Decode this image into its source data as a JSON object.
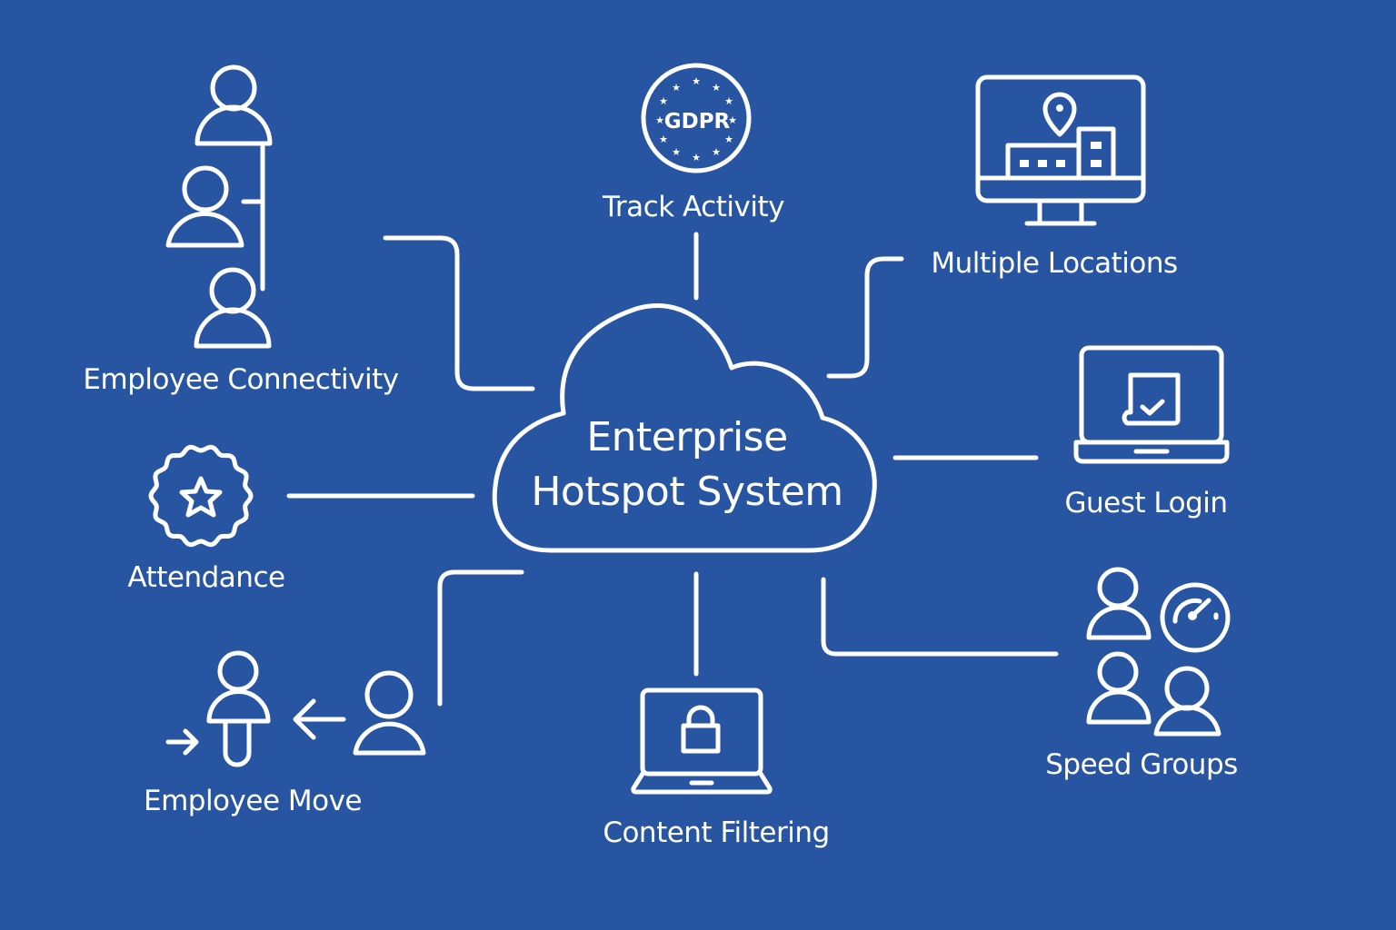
{
  "diagram": {
    "center": {
      "line1": "Enterprise",
      "line2": "Hotspot System",
      "icon": "cloud-icon"
    },
    "colors": {
      "background": "#2855a2",
      "foreground": "#ffffff"
    },
    "nodes": [
      {
        "id": "employee-connectivity",
        "label": "Employee Connectivity",
        "icon": "people-hierarchy-icon"
      },
      {
        "id": "track-activity",
        "label": "Track Activity",
        "icon": "gdpr-badge-icon",
        "badge_text": "GDPR"
      },
      {
        "id": "multiple-locations",
        "label": "Multiple Locations",
        "icon": "monitor-location-icon"
      },
      {
        "id": "guest-login",
        "label": "Guest Login",
        "icon": "laptop-check-icon"
      },
      {
        "id": "attendance",
        "label": "Attendance",
        "icon": "star-badge-icon"
      },
      {
        "id": "employee-move",
        "label": "Employee Move",
        "icon": "person-move-icon"
      },
      {
        "id": "content-filtering",
        "label": "Content Filtering",
        "icon": "laptop-lock-icon"
      },
      {
        "id": "speed-groups",
        "label": "Speed Groups",
        "icon": "users-speedometer-icon"
      }
    ]
  }
}
